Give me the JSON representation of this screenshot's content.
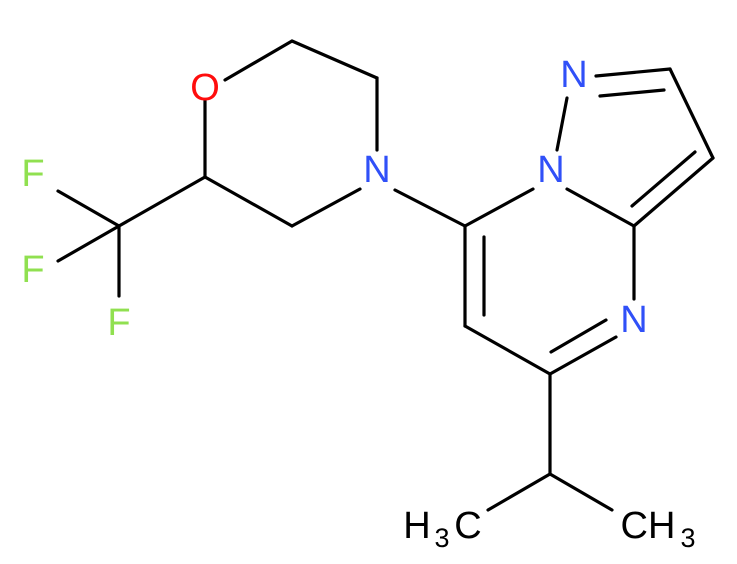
{
  "colors": {
    "bond": "#000000",
    "oxygen": "#ff0d0d",
    "nitrogen": "#3050f8",
    "fluorine": "#90e050",
    "carbon": "#000000"
  },
  "atoms": {
    "O": "O",
    "N_morpholine": "N",
    "N_pyrazole_top": "N",
    "N_bridge": "N",
    "N_pyrimidine": "N",
    "F1": "F",
    "F2": "F",
    "F3": "F",
    "CH3_left_main": "H",
    "CH3_left_sub": "3",
    "CH3_left_tail": "C",
    "CH3_right_main": "CH",
    "CH3_right_sub": "3"
  }
}
